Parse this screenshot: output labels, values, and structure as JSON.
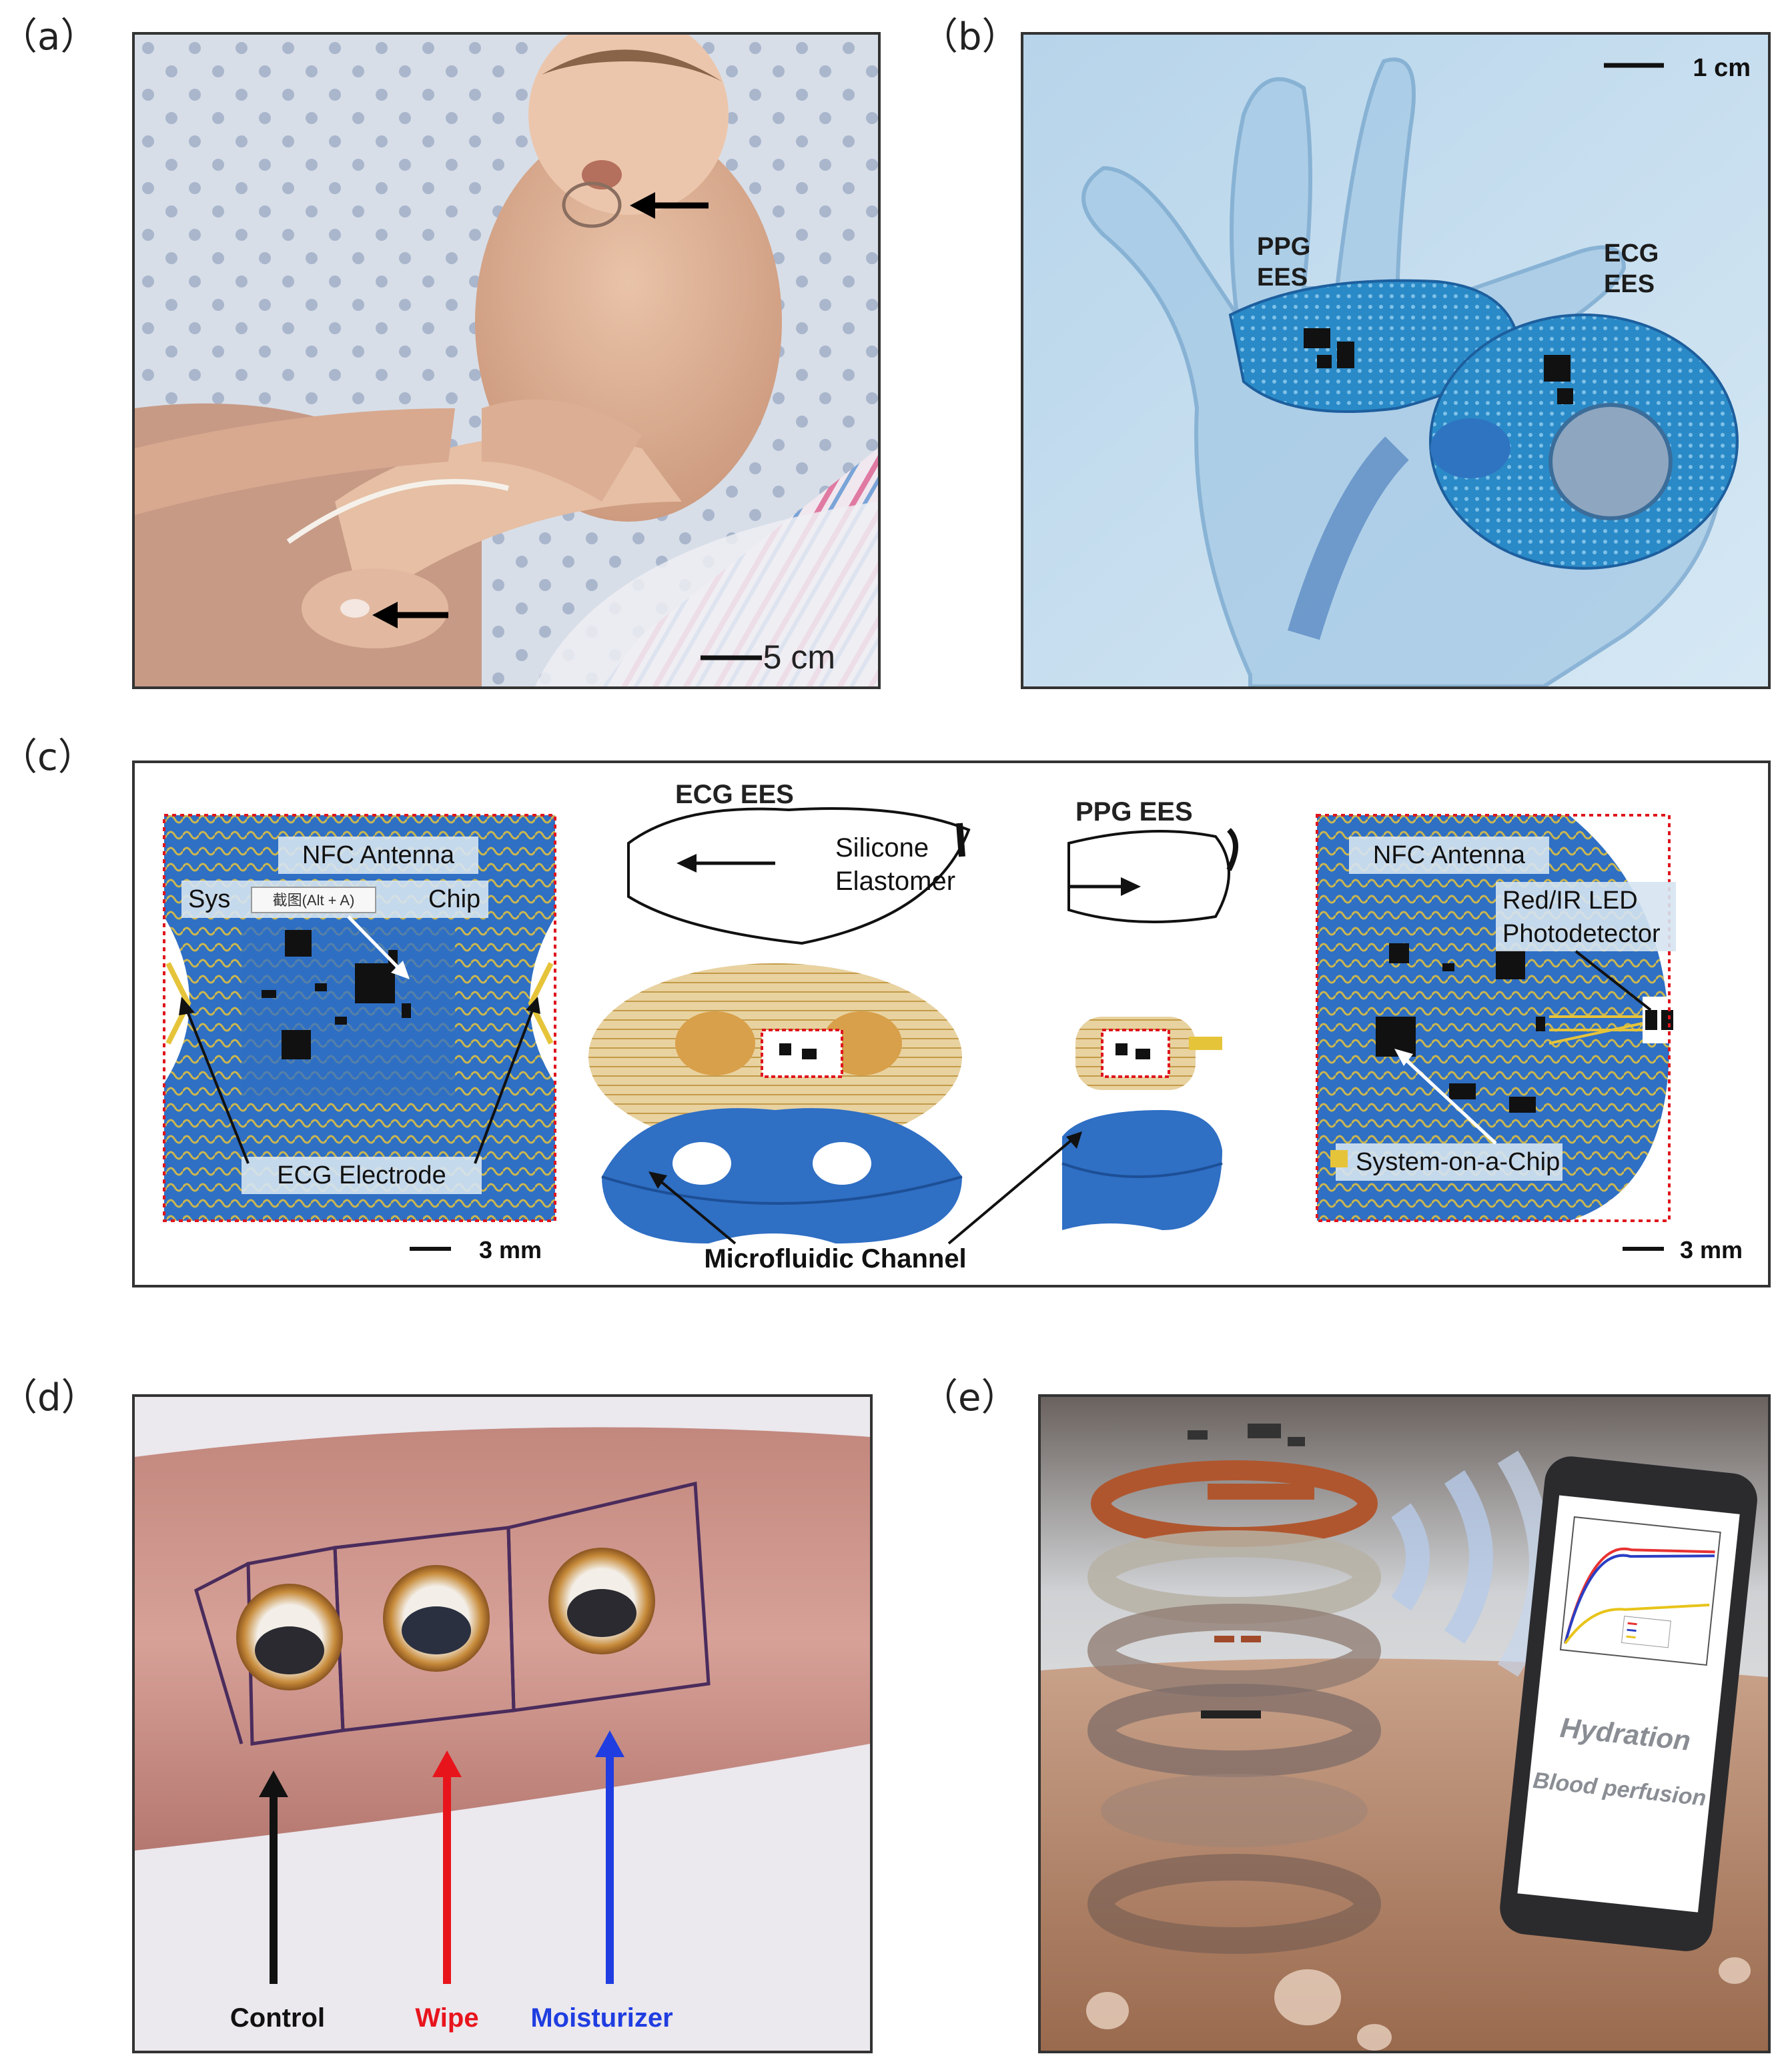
{
  "panels": {
    "a": {
      "label": "（a）",
      "scale_bar": "5 cm"
    },
    "b": {
      "label": "（b）",
      "scale_bar": "1 cm",
      "ppg_label_line1": "PPG",
      "ppg_label_line2": "EES",
      "ecg_label_line1": "ECG",
      "ecg_label_line2": "EES"
    },
    "c": {
      "label": "（c）",
      "left": {
        "nfc_antenna": "NFC Antenna",
        "soc_prefix": "Sys",
        "soc_suffix": "Chip",
        "tooltip": "截图(Alt + A)",
        "ecg_electrode": "ECG Electrode",
        "scale_bar": "3 mm"
      },
      "center": {
        "ecg_ees": "ECG EES",
        "ppg_ees": "PPG EES",
        "silicone_line1": "Silicone",
        "silicone_line2": "Elastomer",
        "microfluidic": "Microfluidic Channel"
      },
      "right": {
        "nfc_antenna": "NFC Antenna",
        "led_line1": "Red/IR LED",
        "led_line2": "Photodetector",
        "soc": "System-on-a-Chip",
        "scale_bar": "3 mm"
      }
    },
    "d": {
      "label": "（d）",
      "control": "Control",
      "wipe": "Wipe",
      "moisturizer": "Moisturizer"
    },
    "e": {
      "label": "（e）",
      "hydration": "Hydration",
      "blood_perfusion": "Blood perfusion"
    }
  },
  "colors": {
    "frame_border": "#333333",
    "board_blue": "#2f6fc4",
    "antenna_gold": "#d8b35a",
    "wipe_red": "#e8141c",
    "moisturizer_blue": "#1f3de0",
    "control_black": "#111111"
  }
}
